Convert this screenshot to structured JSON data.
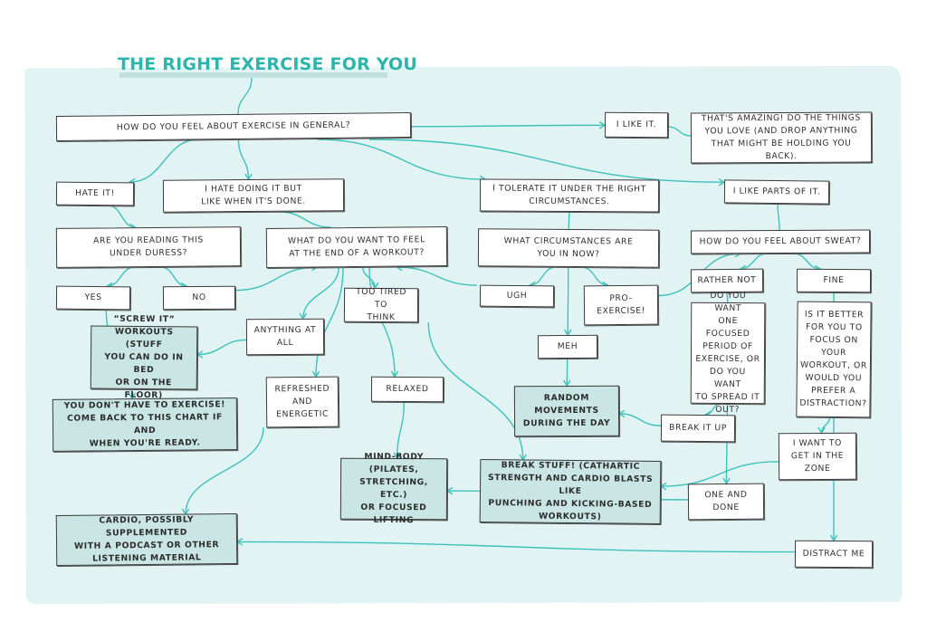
{
  "title": "THE RIGHT EXERCISE FOR YOU",
  "colors": {
    "background_panel": "#e2f3f3",
    "title": "#2bb5ad",
    "connector": "#3cc2bb",
    "box_border": "#3a3a3a",
    "answer_fill": "#c9e6e5",
    "box_fill": "#ffffff"
  },
  "nodes": [
    {
      "id": "q_general",
      "text": "How do you feel about exercise in general?",
      "kind": "question"
    },
    {
      "id": "a_like",
      "text": "I like it.",
      "kind": "option"
    },
    {
      "id": "r_amazing",
      "text": "That's amazing! Do the things\nyou love (and drop anything\nthat might be holding you back).",
      "kind": "option"
    },
    {
      "id": "a_hate",
      "text": "Hate it!",
      "kind": "option"
    },
    {
      "id": "a_hate_but",
      "text": "I hate doing it but\nlike when it's done.",
      "kind": "option"
    },
    {
      "id": "a_tolerate",
      "text": "I tolerate it under the right\ncircumstances.",
      "kind": "option"
    },
    {
      "id": "a_parts",
      "text": "I like parts of it.",
      "kind": "option"
    },
    {
      "id": "q_duress",
      "text": "Are you reading this\nunder duress?",
      "kind": "question"
    },
    {
      "id": "q_feel_end",
      "text": "What do you want to feel\nat the end of a workout?",
      "kind": "question"
    },
    {
      "id": "q_circumstances",
      "text": "What circumstances are\nyou in now?",
      "kind": "question"
    },
    {
      "id": "q_sweat",
      "text": "How do you feel about sweat?",
      "kind": "question"
    },
    {
      "id": "a_yes",
      "text": "Yes",
      "kind": "option"
    },
    {
      "id": "a_no",
      "text": "No",
      "kind": "option"
    },
    {
      "id": "a_too_tired",
      "text": "Too tired to\nthink",
      "kind": "option"
    },
    {
      "id": "a_ugh",
      "text": "Ugh",
      "kind": "option"
    },
    {
      "id": "a_pro",
      "text": "Pro-\nexercise!",
      "kind": "option"
    },
    {
      "id": "a_rather_not",
      "text": "Rather not",
      "kind": "option"
    },
    {
      "id": "a_fine",
      "text": "Fine",
      "kind": "option"
    },
    {
      "id": "a_anything",
      "text": "Anything at\nall",
      "kind": "option"
    },
    {
      "id": "r_screw_it",
      "text": "“Screw it”\nworkouts (stuff\nyou can do in bed\nor on the floor)",
      "kind": "result"
    },
    {
      "id": "a_meh",
      "text": "Meh",
      "kind": "option"
    },
    {
      "id": "q_focused",
      "text": "Do you want\none focused\nperiod of\nexercise, or\ndo you want\nto spread it\nout?",
      "kind": "question"
    },
    {
      "id": "q_better",
      "text": "Is it better\nfor you to\nfocus on\nyour\nworkout, or\nwould you\nprefer a\ndistraction?",
      "kind": "question"
    },
    {
      "id": "r_dont_have",
      "text": "You don't have to exercise!\ncome back to this chart if and\nwhen you're ready.",
      "kind": "result"
    },
    {
      "id": "a_refreshed",
      "text": "Refreshed\nand\nenergetic",
      "kind": "option"
    },
    {
      "id": "a_relaxed",
      "text": "Relaxed",
      "kind": "option"
    },
    {
      "id": "r_random",
      "text": "Random\nmovements\nduring the day",
      "kind": "result"
    },
    {
      "id": "a_break_up",
      "text": "Break it up",
      "kind": "option"
    },
    {
      "id": "a_zone",
      "text": "I want to\nget in the\nzone",
      "kind": "option"
    },
    {
      "id": "r_mind_body",
      "text": "Mind-body\n(pilates,\nstretching, etc.)\nor focused lifting",
      "kind": "result"
    },
    {
      "id": "r_break_stuff",
      "text": "Break stuff! (cathartic\nstrength and cardio blasts like\npunching and kicking-based\nworkouts)",
      "kind": "result"
    },
    {
      "id": "a_one_done",
      "text": "One and\ndone",
      "kind": "option"
    },
    {
      "id": "r_cardio",
      "text": "Cardio, possibly supplemented\nwith a podcast or other\nlistening material",
      "kind": "result"
    },
    {
      "id": "a_distract",
      "text": "Distract me",
      "kind": "option"
    }
  ],
  "edges": [
    [
      "title",
      "q_general",
      false
    ],
    [
      "q_general",
      "a_like",
      true
    ],
    [
      "a_like",
      "r_amazing",
      false
    ],
    [
      "q_general",
      "a_hate",
      true
    ],
    [
      "q_general",
      "a_hate_but",
      true
    ],
    [
      "q_general",
      "a_tolerate",
      true
    ],
    [
      "q_general",
      "a_parts",
      true
    ],
    [
      "a_hate",
      "q_duress",
      true
    ],
    [
      "a_hate_but",
      "q_feel_end",
      false
    ],
    [
      "a_tolerate",
      "q_circumstances",
      false
    ],
    [
      "a_parts",
      "q_sweat",
      false
    ],
    [
      "q_duress",
      "a_yes",
      true
    ],
    [
      "q_duress",
      "a_no",
      true
    ],
    [
      "a_no",
      "q_feel_end",
      true
    ],
    [
      "a_yes",
      "r_dont_have",
      true
    ],
    [
      "q_feel_end",
      "a_anything",
      true
    ],
    [
      "q_feel_end",
      "a_refreshed",
      true
    ],
    [
      "q_feel_end",
      "a_too_tired",
      true
    ],
    [
      "q_feel_end",
      "a_relaxed",
      true
    ],
    [
      "a_anything",
      "r_screw_it",
      true
    ],
    [
      "a_too_tired",
      "r_break_stuff",
      true
    ],
    [
      "a_refreshed",
      "r_cardio",
      true
    ],
    [
      "a_relaxed",
      "r_mind_body",
      true
    ],
    [
      "q_circumstances",
      "a_ugh",
      true
    ],
    [
      "q_circumstances",
      "a_meh",
      true
    ],
    [
      "q_circumstances",
      "a_pro",
      true
    ],
    [
      "a_ugh",
      "q_feel_end",
      true
    ],
    [
      "a_pro",
      "q_sweat",
      true
    ],
    [
      "a_meh",
      "r_random",
      true
    ],
    [
      "q_sweat",
      "a_rather_not",
      true
    ],
    [
      "q_sweat",
      "a_fine",
      true
    ],
    [
      "a_rather_not",
      "q_focused",
      false
    ],
    [
      "a_fine",
      "q_better",
      false
    ],
    [
      "q_focused",
      "a_break_up",
      true
    ],
    [
      "q_focused",
      "a_one_done",
      true
    ],
    [
      "a_break_up",
      "r_random",
      true
    ],
    [
      "q_better",
      "a_zone",
      true
    ],
    [
      "q_better",
      "a_distract",
      true
    ],
    [
      "a_zone",
      "r_break_stuff",
      true
    ],
    [
      "a_one_done",
      "r_mind_body",
      true
    ],
    [
      "a_distract",
      "r_cardio",
      true
    ]
  ]
}
